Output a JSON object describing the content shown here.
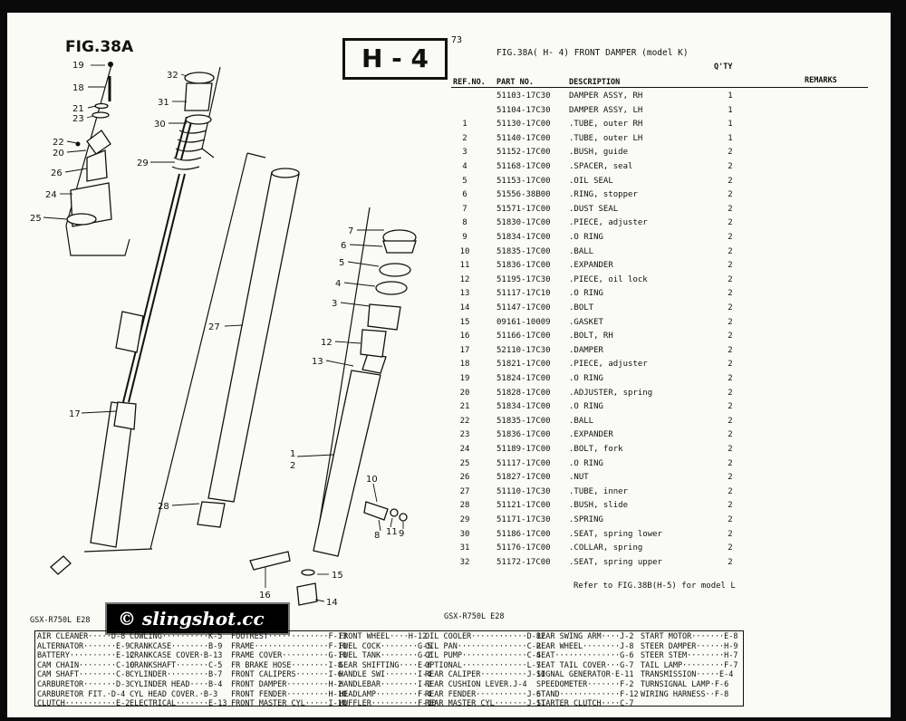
{
  "figure_label": "FIG.38A",
  "section_code": "H - 4",
  "page_number": "73",
  "parts_title": "FIG.38A(  H- 4) FRONT DAMPER (model K)",
  "columns": {
    "ref_no": "REF.NO.",
    "part_no": "PART NO.",
    "description": "DESCRIPTION",
    "qty": "Q'TY",
    "remarks": "REMARKS"
  },
  "parts": [
    {
      "ref": "",
      "part": "51103-17C30",
      "desc": "DAMPER ASSY, RH",
      "qty": "1"
    },
    {
      "ref": "",
      "part": "51104-17C30",
      "desc": "DAMPER ASSY, LH",
      "qty": "1"
    },
    {
      "ref": "1",
      "part": "51130-17C00",
      "desc": ".TUBE, outer RH",
      "qty": "1"
    },
    {
      "ref": "2",
      "part": "51140-17C00",
      "desc": ".TUBE, outer LH",
      "qty": "1"
    },
    {
      "ref": "3",
      "part": "51152-17C00",
      "desc": ".BUSH, guide",
      "qty": "2"
    },
    {
      "ref": "4",
      "part": "51168-17C00",
      "desc": ".SPACER, seal",
      "qty": "2"
    },
    {
      "ref": "5",
      "part": "51153-17C00",
      "desc": ".OIL SEAL",
      "qty": "2"
    },
    {
      "ref": "6",
      "part": "51556-38B00",
      "desc": ".RING, stopper",
      "qty": "2"
    },
    {
      "ref": "7",
      "part": "51571-17C00",
      "desc": ".DUST SEAL",
      "qty": "2"
    },
    {
      "ref": "8",
      "part": "51830-17C00",
      "desc": ".PIECE, adjuster",
      "qty": "2"
    },
    {
      "ref": "9",
      "part": "51834-17C00",
      "desc": ".O RING",
      "qty": "2"
    },
    {
      "ref": "10",
      "part": "51835-17C00",
      "desc": ".BALL",
      "qty": "2"
    },
    {
      "ref": "11",
      "part": "51836-17C00",
      "desc": ".EXPANDER",
      "qty": "2"
    },
    {
      "ref": "12",
      "part": "51195-17C30",
      "desc": ".PIECE, oil lock",
      "qty": "2"
    },
    {
      "ref": "13",
      "part": "51117-17C10",
      "desc": ".O RING",
      "qty": "2"
    },
    {
      "ref": "14",
      "part": "51147-17C00",
      "desc": ".BOLT",
      "qty": "2"
    },
    {
      "ref": "15",
      "part": "09161-10009",
      "desc": ".GASKET",
      "qty": "2"
    },
    {
      "ref": "16",
      "part": "51166-17C00",
      "desc": ".BOLT, RH",
      "qty": "2"
    },
    {
      "ref": "17",
      "part": "52110-17C30",
      "desc": ".DAMPER",
      "qty": "2"
    },
    {
      "ref": "18",
      "part": "51821-17C00",
      "desc": ".PIECE, adjuster",
      "qty": "2"
    },
    {
      "ref": "19",
      "part": "51824-17C00",
      "desc": ".O RING",
      "qty": "2"
    },
    {
      "ref": "20",
      "part": "51828-17C00",
      "desc": ".ADJUSTER, spring",
      "qty": "2"
    },
    {
      "ref": "21",
      "part": "51834-17C00",
      "desc": ".O RING",
      "qty": "2"
    },
    {
      "ref": "22",
      "part": "51835-17C00",
      "desc": ".BALL",
      "qty": "2"
    },
    {
      "ref": "23",
      "part": "51836-17C00",
      "desc": ".EXPANDER",
      "qty": "2"
    },
    {
      "ref": "24",
      "part": "51189-17C00",
      "desc": ".BOLT, fork",
      "qty": "2"
    },
    {
      "ref": "25",
      "part": "51117-17C00",
      "desc": ".O RING",
      "qty": "2"
    },
    {
      "ref": "26",
      "part": "51827-17C00",
      "desc": ".NUT",
      "qty": "2"
    },
    {
      "ref": "27",
      "part": "51110-17C30",
      "desc": ".TUBE, inner",
      "qty": "2"
    },
    {
      "ref": "28",
      "part": "51121-17C00",
      "desc": ".BUSH, slide",
      "qty": "2"
    },
    {
      "ref": "29",
      "part": "51171-17C30",
      "desc": ".SPRING",
      "qty": "2"
    },
    {
      "ref": "30",
      "part": "51186-17C00",
      "desc": ".SEAT, spring lower",
      "qty": "2"
    },
    {
      "ref": "31",
      "part": "51176-17C00",
      "desc": ".COLLAR, spring",
      "qty": "2"
    },
    {
      "ref": "32",
      "part": "51172-17C00",
      "desc": ".SEAT, spring upper",
      "qty": "2"
    }
  ],
  "footnote": "Refer to FIG.38B(H-5) for model L",
  "model_code": "GSX-R750L E28",
  "watermark": "© slingshot.cc",
  "diagram_labels": [
    "1",
    "2",
    "3",
    "4",
    "5",
    "6",
    "7",
    "8",
    "9",
    "10",
    "11",
    "12",
    "13",
    "14",
    "15",
    "16",
    "17",
    "18",
    "19",
    "20",
    "21",
    "22",
    "23",
    "24",
    "25",
    "26",
    "27",
    "28",
    "29",
    "30",
    "31",
    "32"
  ],
  "index_columns": [
    [
      "AIR CLEANER·····D-8",
      "ALTERNATOR·······E-9",
      "BATTERY··········E-12",
      "CAM CHAIN········C-10",
      "CAM SHAFT········C-8",
      "CARBURETOR·······D-3",
      "CARBURETOR FIT.·D-4",
      "CLUTCH···········E-2"
    ],
    [
      "COWLING··········K-5",
      "CRANKCASE········B-9",
      "CRANKCASE COVER·B-13",
      "CRANKSHAFT·······C-5",
      "CYLINDER·········B-7",
      "CYLINDER HEAD····B-4",
      "CYL HEAD COVER.·B-3",
      "ELECTRICAL·······E-13"
    ],
    [
      "FOOTREST·············F-13",
      "FRAME················F-10",
      "FRAME COVER··········G-10",
      "FR BRAKE HOSE········I-8",
      "FRONT CALIPERS·······I-6",
      "FRONT DAMPER·········H-2",
      "FRONT FENDER·········H-10",
      "FRONT MASTER CYL·····I-10"
    ],
    [
      "FRONT WHEEL····H-12",
      "FUEL COCK········G-5",
      "FUEL TANK········G-2",
      "GEAR SHIFTING····E-6",
      "HANDLE SWI·······I-4",
      "HANDLEBAR········I-2",
      "HEADLAMP·········F-4",
      "MUFFLER··········F-10"
    ],
    [
      "OIL COOLER············D-12",
      "OIL PAN···············C-2",
      "OIL PUMP··············C-4",
      "OPTIONAL··············L-7",
      "REAR CALIPER··········J-10",
      "REAR CUSHION LEVER.J-4",
      "REAR FENDER···········J-6",
      "REAR MASTER CYL·······J-11"
    ],
    [
      "REAR SWING ARM····J-2",
      "REAR WHEEL········J-8",
      "SEAT··············G-6",
      "SEAT TAIL COVER···G-7",
      "SIGNAL GENERATOR·E-11",
      "SPEEDOMETER·······F-2",
      "STAND·············F-12",
      "STARTER CLUTCH····C-7"
    ],
    [
      "START MOTOR·······E-8",
      "STEER DAMPER······H-9",
      "STEER STEM········H-7",
      "TAIL LAMP·········F-7",
      "TRANSMISSION·····E-4",
      "TURNSIGNAL LAMP·F-6",
      "WIRING HARNESS··F-8",
      ""
    ]
  ]
}
